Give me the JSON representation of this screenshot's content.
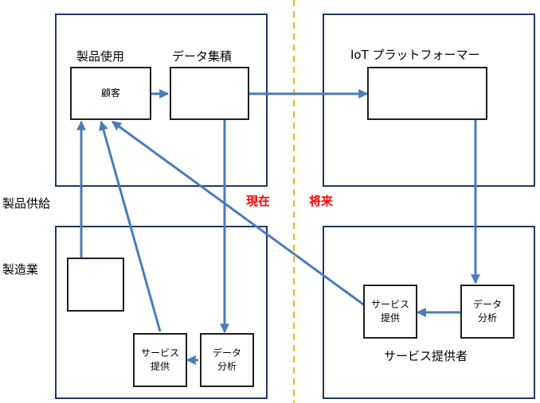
{
  "colors": {
    "arrow": "#4a7bbb",
    "frame": "#203864",
    "box": "#1f1f1f",
    "divider": "#f2b900",
    "highlight": "#ff0000"
  },
  "labels": {
    "product_use": "製品使用",
    "data_accumulation": "データ集積",
    "iot_platformer": "IoT プラットフォーマー",
    "product_supply": "製品供給",
    "current": "現在",
    "future": "将来",
    "manufacturing": "製造業",
    "service_provider": "サービス提供者"
  },
  "boxes": {
    "customer": "顧客",
    "service_left": "サービス\n提供",
    "analysis_left": "データ\n分析",
    "service_right": "サービス\n提供",
    "analysis_right": "データ\n分析"
  }
}
